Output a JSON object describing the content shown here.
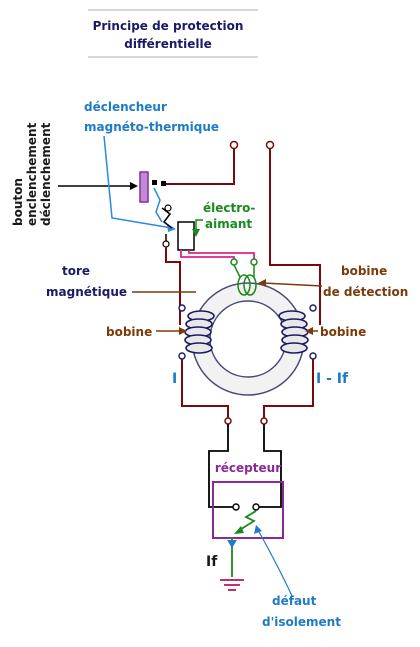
{
  "title": {
    "line1": "Principe de protection",
    "line2": "différentielle"
  },
  "labels": {
    "bouton1": "bouton",
    "bouton2": "enclenchement",
    "bouton3": "déclenchement",
    "declencheur1": "déclencheur",
    "declencheur2": "magnéto-thermique",
    "electro1": "électro-",
    "electro2": "aimant",
    "tore1": "tore",
    "tore2": "magnétique",
    "bobine_det1": "bobine",
    "bobine_det2": "de détection",
    "bobine_left": "bobine",
    "bobine_right": "bobine",
    "current_left": "I",
    "current_right": "I - If",
    "recepteur": "récepteur",
    "leak_current": "If",
    "defaut1": "défaut",
    "defaut2": "d'isolement"
  },
  "colors": {
    "title_text": "#1a1a66",
    "navy_text": "#1a1a66",
    "blue_text": "#1e7bc8",
    "green_text": "#1a8a1a",
    "brown_text": "#7a3a0a",
    "purple": "#8a2a9a",
    "wire_dark_red": "#7a0a0a",
    "wire_magenta": "#e0208a",
    "wire_blue": "#2a8ae0",
    "wire_green": "#1a8a1a",
    "ground": "#c0306a",
    "torus_stroke": "#4a4a7a"
  }
}
